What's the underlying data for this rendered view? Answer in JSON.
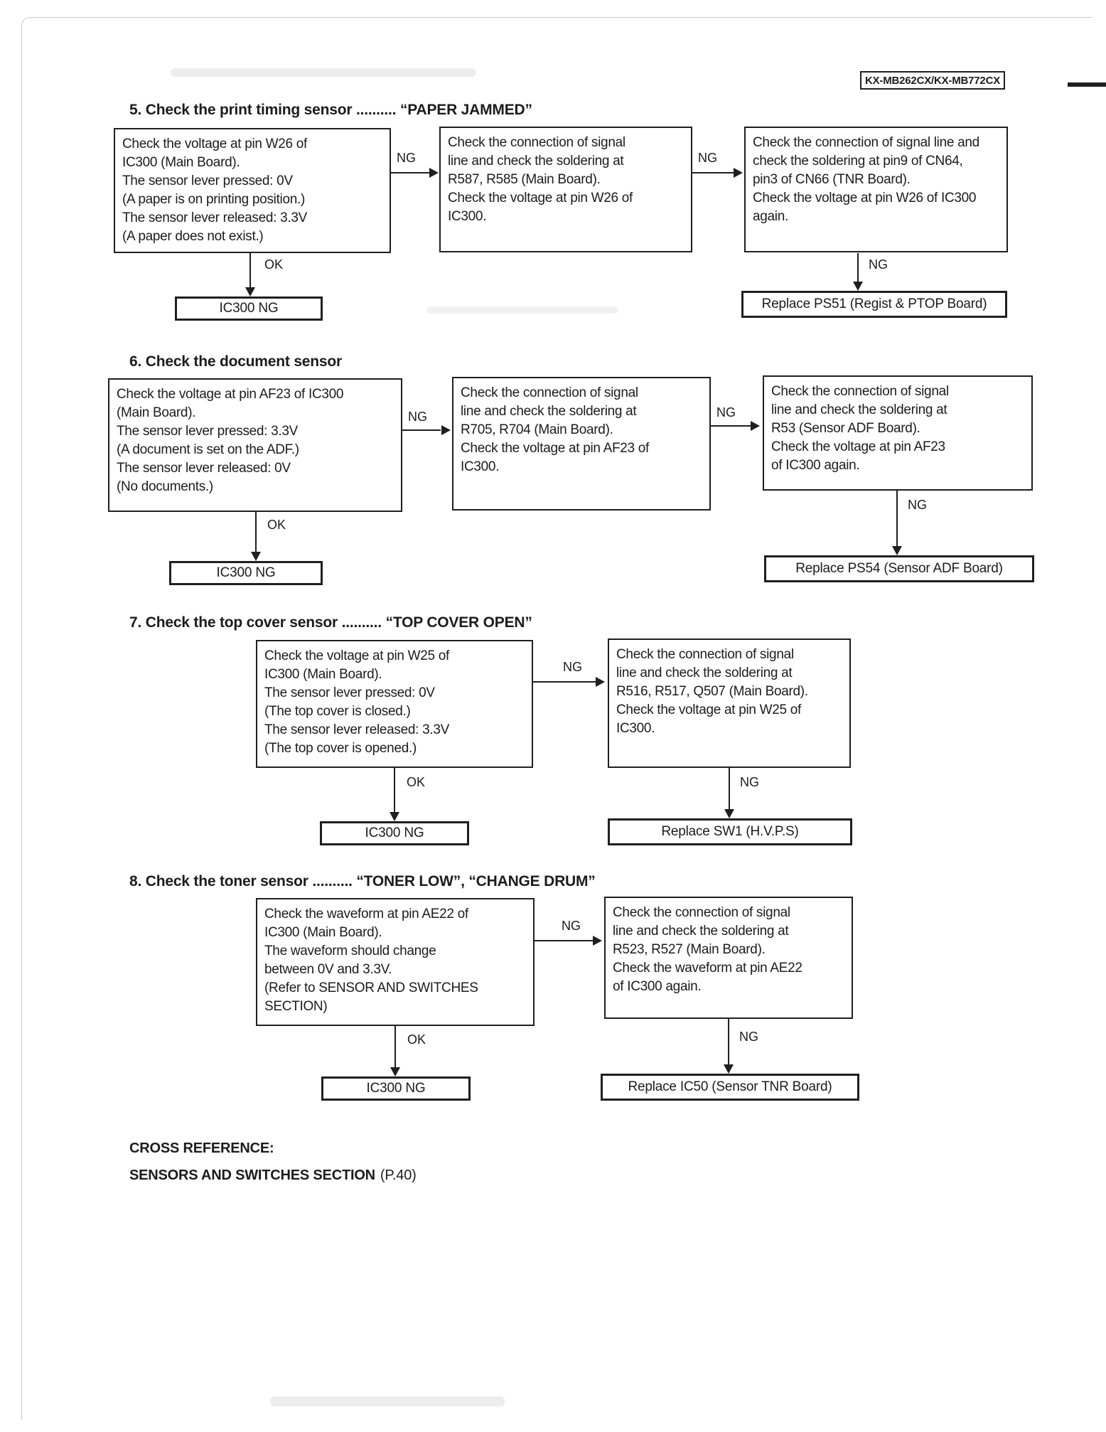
{
  "header": {
    "model": "KX-MB262CX/KX-MB772CX"
  },
  "labels": {
    "ng": "NG",
    "ok": "OK"
  },
  "sections": [
    {
      "title": "5. Check the print timing sensor .......... “PAPER JAMMED”",
      "box1": "Check the voltage at pin W26 of\nIC300 (Main Board).\nThe sensor lever pressed: 0V\n(A paper is on printing position.)\nThe sensor lever released: 3.3V\n(A paper does not exist.)",
      "box2": "Check the connection of signal\nline and check the soldering at\nR587, R585 (Main Board).\nCheck the voltage at pin W26 of\nIC300.",
      "box3": "Check the connection of signal line and\ncheck the soldering at pin9 of CN64,\npin3 of CN66 (TNR Board).\nCheck the voltage at pin W26 of IC300\nagain.",
      "ok_result": "IC300 NG",
      "ng_result": "Replace PS51 (Regist & PTOP Board)"
    },
    {
      "title": "6. Check the document sensor",
      "box1": "Check the voltage at pin AF23 of IC300\n(Main Board).\nThe sensor lever pressed: 3.3V\n(A document is set on the ADF.)\nThe sensor lever released: 0V\n(No documents.)",
      "box2": "Check the connection of signal\nline and check the soldering at\nR705, R704 (Main Board).\nCheck the voltage at pin AF23 of\nIC300.",
      "box3": "Check the connection of signal\nline and check the soldering at\nR53 (Sensor ADF Board).\nCheck the voltage at pin AF23\nof IC300 again.",
      "ok_result": "IC300 NG",
      "ng_result": "Replace PS54 (Sensor ADF Board)"
    },
    {
      "title": "7. Check the top cover sensor .......... “TOP COVER OPEN”",
      "box1": "Check the voltage at pin W25 of\nIC300 (Main Board).\nThe sensor lever pressed: 0V\n(The top cover is closed.)\nThe sensor lever released: 3.3V\n(The top cover is opened.)",
      "box2": "Check the connection of signal\nline and check the soldering at\nR516, R517, Q507 (Main Board).\nCheck the voltage at pin W25 of\nIC300.",
      "ok_result": "IC300 NG",
      "ng_result": "Replace SW1 (H.V.P.S)"
    },
    {
      "title": "8. Check the toner sensor .......... “TONER LOW”, “CHANGE DRUM”",
      "box1": "Check the waveform at pin AE22 of\nIC300 (Main Board).\nThe waveform should change\nbetween 0V and 3.3V.\n(Refer to SENSOR AND SWITCHES\nSECTION)",
      "box2": "Check the connection of signal\nline and check the soldering at\nR523, R527 (Main Board).\nCheck the waveform at pin AE22\nof IC300 again.",
      "ok_result": "IC300 NG",
      "ng_result": "Replace IC50 (Sensor TNR Board)"
    }
  ],
  "cross_reference": {
    "heading": "CROSS REFERENCE:",
    "bold_text": "SENSORS AND SWITCHES SECTION",
    "page_ref": "(P.40)"
  }
}
